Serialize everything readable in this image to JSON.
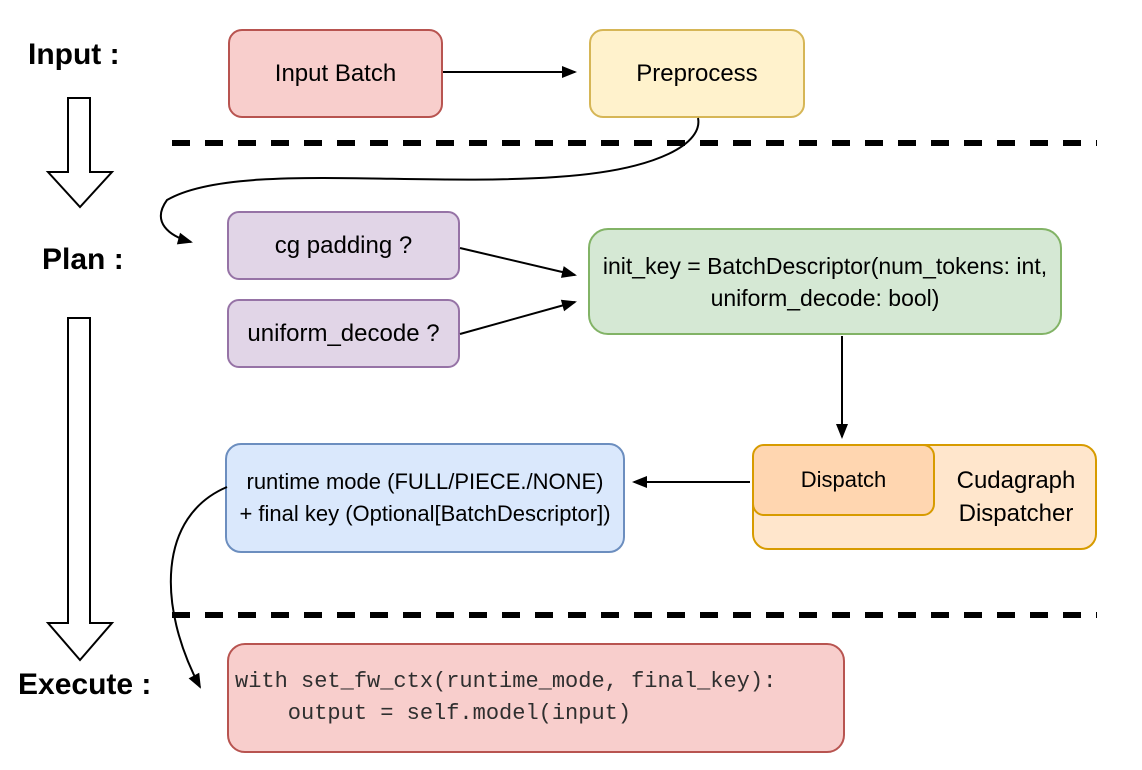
{
  "stage_labels": {
    "input": "Input :",
    "plan": "Plan :",
    "execute": "Execute :"
  },
  "nodes": {
    "input_batch": {
      "label": "Input Batch"
    },
    "preprocess": {
      "label": "Preprocess"
    },
    "cg_padding": {
      "label": "cg padding ?"
    },
    "uniform_decode": {
      "label": "uniform_decode ?"
    },
    "init_key": {
      "line1": "init_key = BatchDescriptor(num_tokens: int,",
      "line2": "uniform_decode: bool)"
    },
    "dispatch": {
      "label": "Dispatch"
    },
    "cudagraph_dispatcher": {
      "label": "Cudagraph Dispatcher"
    },
    "runtime_mode": {
      "line1": "runtime mode (FULL/PIECE./NONE)",
      "line2": "+ final key (Optional[BatchDescriptor])"
    },
    "execute_code": {
      "line1": "with set_fw_ctx(runtime_mode, final_key):",
      "line2": "    output = self.model(input)"
    }
  },
  "colors": {
    "red_fill": "#f8cecc",
    "red_border": "#b85450",
    "yellow_fill": "#fff2cc",
    "yellow_border": "#d6b656",
    "purple_fill": "#e1d5e7",
    "purple_border": "#9673a6",
    "green_fill": "#d5e8d4",
    "green_border": "#82b366",
    "orange_fill": "#ffe6cc",
    "orange_inner_fill": "#ffd6b0",
    "orange_border": "#d79b00",
    "blue_fill": "#dae8fc",
    "blue_border": "#6c8ebf",
    "line_color": "#000000",
    "background": "#ffffff"
  }
}
